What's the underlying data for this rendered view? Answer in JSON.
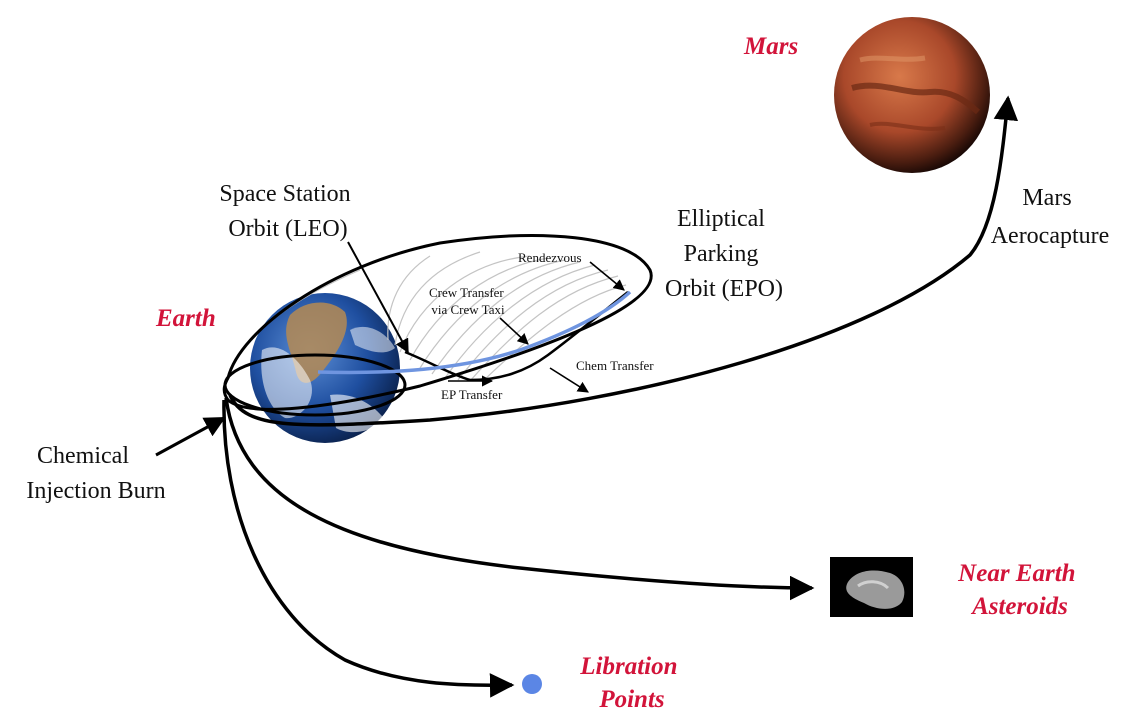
{
  "colors": {
    "destination_label": "#d2143a",
    "earth_ocean": "#1f4fa0",
    "mars_surface": "#b5522a",
    "libration_point": "#5b86e5",
    "crew_path": "#6f95e0"
  },
  "labels": {
    "mars": "Mars",
    "mars_aerocapture": [
      "Mars",
      "Aerocapture"
    ],
    "space_station_orbit": [
      "Space Station",
      "Orbit (LEO)"
    ],
    "elliptical_parking_orbit": [
      "Elliptical",
      "Parking",
      "Orbit (EPO)"
    ],
    "earth": "Earth",
    "rendezvous": "Rendezvous",
    "crew_transfer": [
      "Crew Transfer",
      "via Crew Taxi"
    ],
    "chem_transfer": "Chem Transfer",
    "ep_transfer": "EP Transfer",
    "chemical_injection_burn": [
      "Chemical",
      "Injection Burn"
    ],
    "near_earth_asteroids": [
      "Near Earth",
      "Asteroids"
    ],
    "libration_points": [
      "Libration",
      "Points"
    ]
  }
}
